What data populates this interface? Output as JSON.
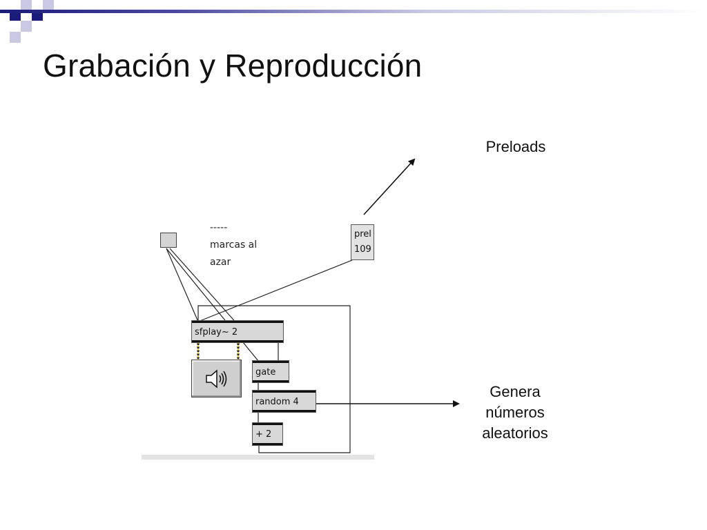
{
  "slide": {
    "title": "Grabación y Reproducción"
  },
  "annotations": {
    "preloads": "Preloads",
    "genera_line1": "Genera",
    "genera_line2": "números",
    "genera_line3": "aleatorios"
  },
  "patch": {
    "comment_line1": "-----",
    "comment_line2": "marcas al",
    "comment_line3": "azar",
    "preload_box_line1": "prel",
    "preload_box_line2": "109",
    "sfplay_label": "sfplay~ 2",
    "gate_label": "gate",
    "random_label": "random 4",
    "plus_label": "+ 2",
    "dac_icon": "speaker-icon",
    "toggle_icon": "toggle-box"
  },
  "colors": {
    "accent_dark": "#1b1b7a",
    "accent_mid": "#6b6bb5",
    "accent_light": "#c9c9e3",
    "signal_cable": "#e6c200"
  }
}
